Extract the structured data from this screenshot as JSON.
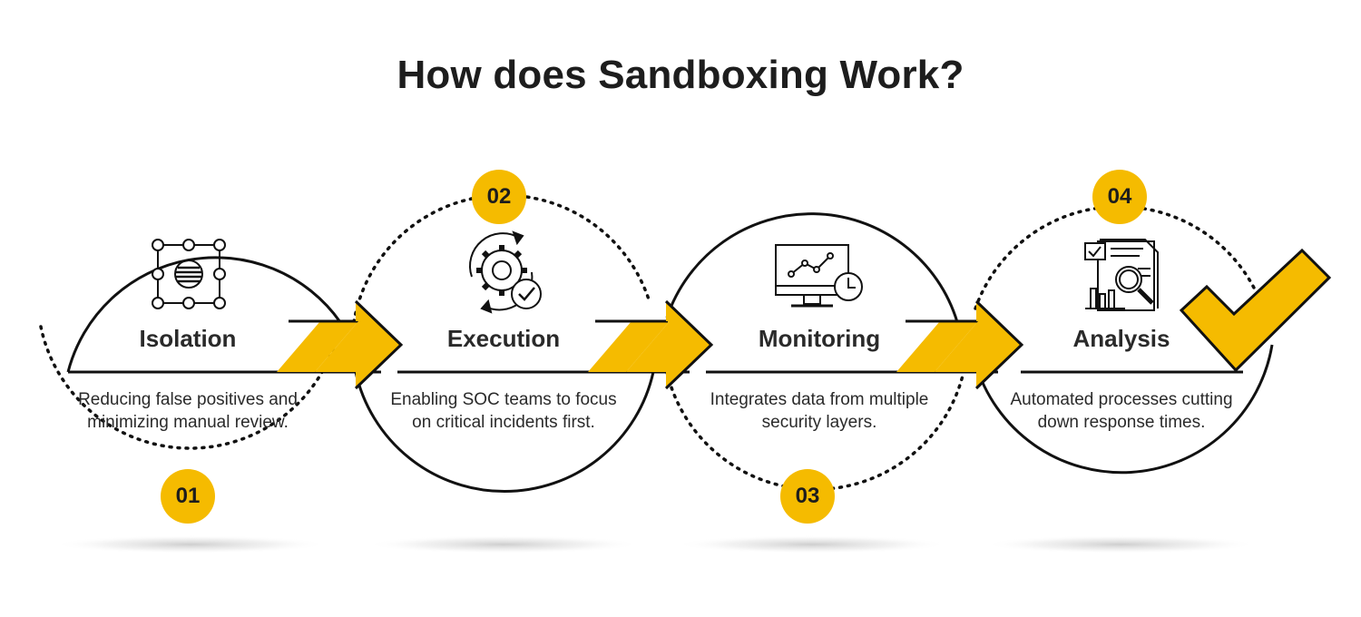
{
  "title": "How does Sandboxing Work?",
  "colors": {
    "accent": "#f5bb00",
    "line": "#111111",
    "text": "#2a2a2a"
  },
  "steps": [
    {
      "number": "01",
      "title": "Isolation",
      "description": "Reducing false positives and minimizing manual review.",
      "icon": "isolation-grid-icon"
    },
    {
      "number": "02",
      "title": "Execution",
      "description": "Enabling SOC teams to focus on critical incidents first.",
      "icon": "gear-check-icon"
    },
    {
      "number": "03",
      "title": "Monitoring",
      "description": "Integrates data from multiple security layers.",
      "icon": "monitor-chart-clock-icon"
    },
    {
      "number": "04",
      "title": "Analysis",
      "description": "Automated processes cutting down response times.",
      "icon": "report-magnifier-icon"
    }
  ]
}
